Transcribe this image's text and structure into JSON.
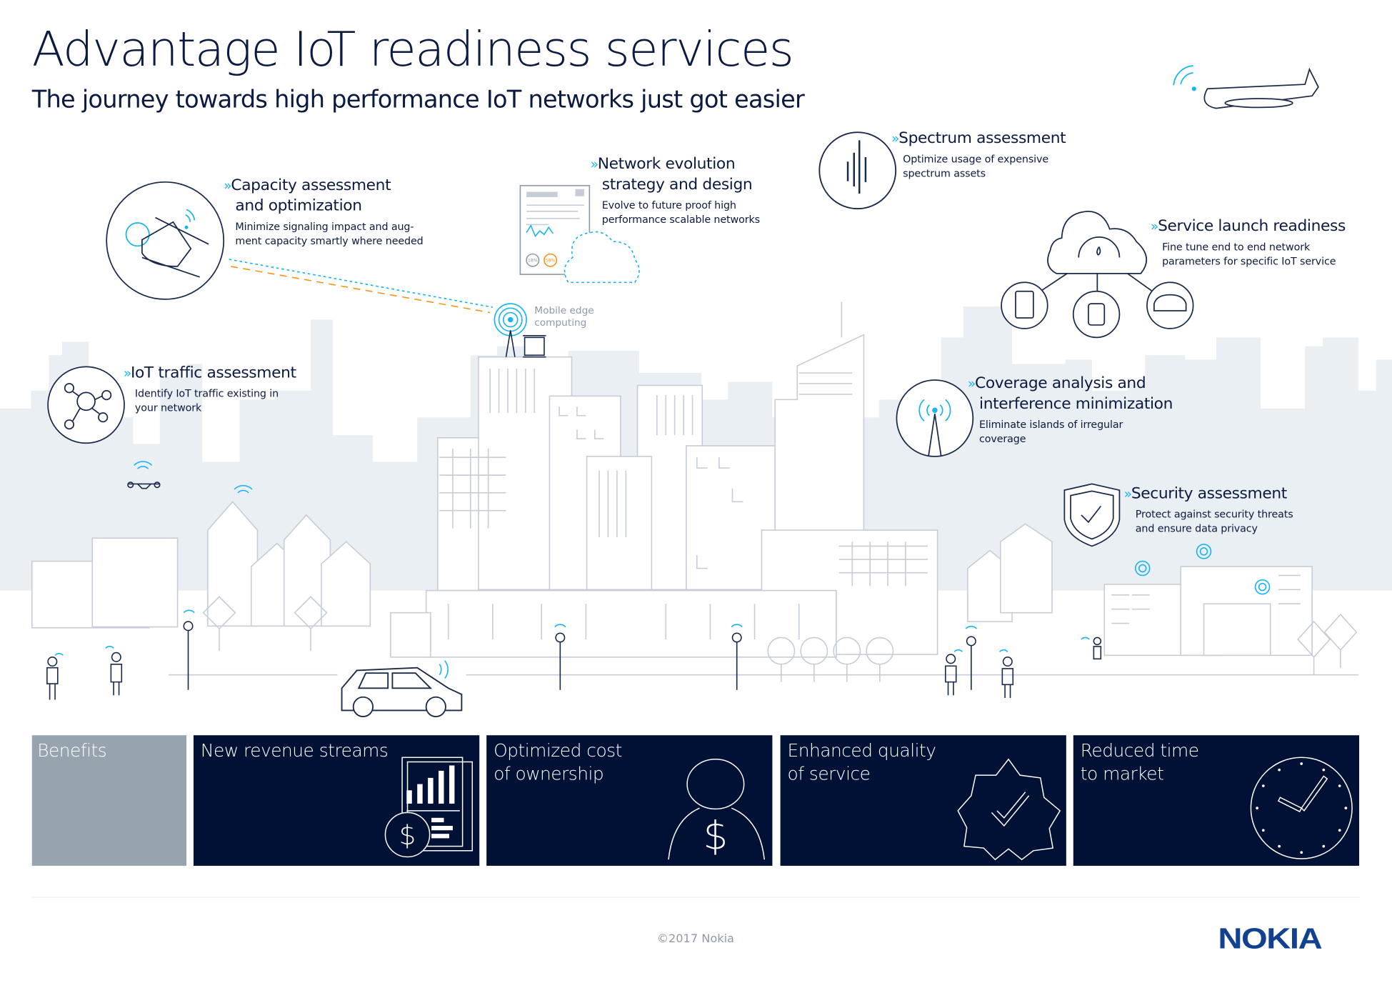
{
  "header": {
    "title": "Advantage IoT readiness services",
    "subtitle": "The journey towards high performance IoT networks just got easier"
  },
  "services": [
    {
      "title_lines": [
        "Capacity assessment",
        "and optimization"
      ],
      "description_lines": [
        "Minimize signaling impact and aug-",
        "ment capacity smartly where needed"
      ],
      "icon": "satellite-icon"
    },
    {
      "title_lines": [
        "Network evolution",
        "strategy and design"
      ],
      "description_lines": [
        "Evolve to future proof high",
        "performance scalable networks"
      ],
      "icon": "document-cloud-icon"
    },
    {
      "title_lines": [
        "Spectrum assessment"
      ],
      "description_lines": [
        "Optimize usage of expensive",
        "spectrum assets"
      ],
      "icon": "spectrum-bars-icon"
    },
    {
      "title_lines": [
        "Service launch readiness"
      ],
      "description_lines": [
        "Fine tune end to end network",
        "parameters for specific IoT service"
      ],
      "icon": "cloud-gauge-icon"
    },
    {
      "title_lines": [
        "IoT traffic assessment"
      ],
      "description_lines": [
        "Identify IoT traffic existing in",
        "your network"
      ],
      "icon": "network-nodes-icon"
    },
    {
      "title_lines": [
        "Coverage analysis and",
        "interference minimization"
      ],
      "description_lines": [
        "Eliminate islands of irregular",
        "coverage"
      ],
      "icon": "antenna-tower-icon"
    },
    {
      "title_lines": [
        "Security assessment"
      ],
      "description_lines": [
        "Protect against security threats",
        "and ensure data privacy"
      ],
      "icon": "shield-check-icon"
    }
  ],
  "scene": {
    "mec_label_lines": [
      "Mobile edge",
      "computing"
    ],
    "doc_badges": [
      "18%",
      "58%"
    ]
  },
  "benefits": {
    "label": "Benefits",
    "items": [
      {
        "lines": [
          "New revenue streams"
        ],
        "icon": "revenue-chart-icon"
      },
      {
        "lines": [
          "Optimized cost",
          "of ownership"
        ],
        "icon": "person-dollar-icon"
      },
      {
        "lines": [
          "Enhanced quality",
          "of service"
        ],
        "icon": "badge-check-icon"
      },
      {
        "lines": [
          "Reduced time",
          "to market"
        ],
        "icon": "clock-icon"
      }
    ]
  },
  "footer": {
    "copyright": "©2017 Nokia",
    "logo": "NOKIA"
  },
  "colors": {
    "navy": "#001135",
    "accent": "#18b4f0",
    "orange": "#f7941d",
    "benefits_gray": "#98a3b0",
    "logo": "#124191"
  }
}
